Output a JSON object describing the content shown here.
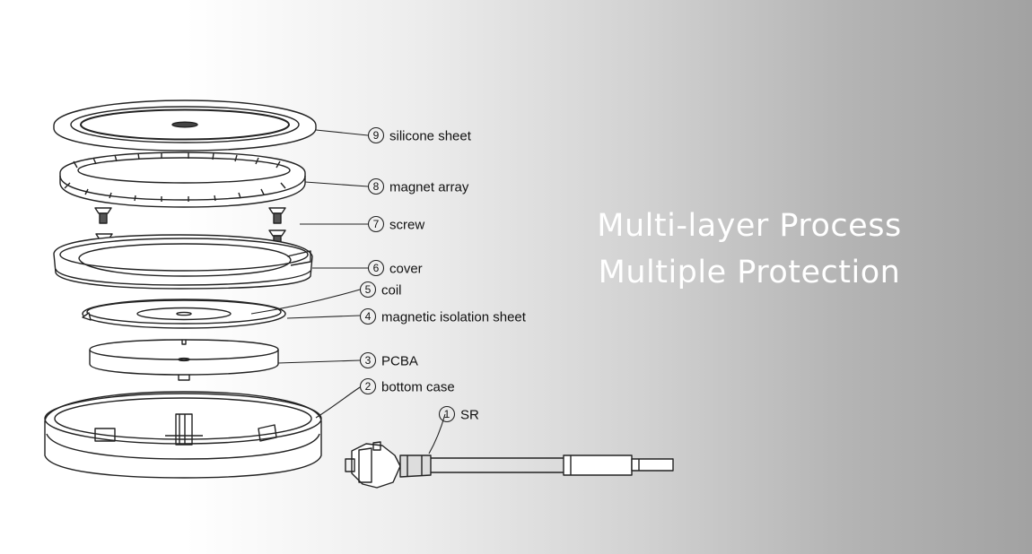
{
  "headline": {
    "line1": "Multi-layer Process",
    "line2": "Multiple Protection"
  },
  "parts": [
    {
      "number": "1",
      "label": "SR"
    },
    {
      "number": "2",
      "label": "bottom case"
    },
    {
      "number": "3",
      "label": "PCBA"
    },
    {
      "number": "4",
      "label": "magnetic isolation sheet"
    },
    {
      "number": "5",
      "label": "coil"
    },
    {
      "number": "6",
      "label": "cover"
    },
    {
      "number": "7",
      "label": "screw"
    },
    {
      "number": "8",
      "label": "magnet array"
    },
    {
      "number": "9",
      "label": "silicone sheet"
    }
  ],
  "colors": {
    "background_start": "#ffffff",
    "background_end": "#a2a2a2",
    "line_art": "#222222",
    "headline_text": "#ffffff"
  }
}
